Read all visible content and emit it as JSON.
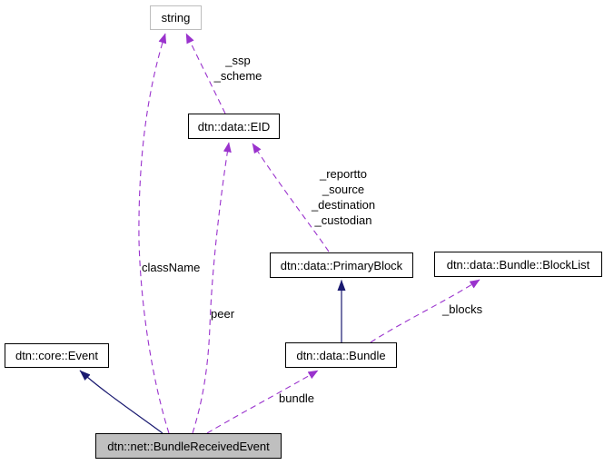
{
  "diagram": {
    "type": "uml-collaboration-graph",
    "nodes": [
      {
        "id": "string",
        "label": "string",
        "kind": "external"
      },
      {
        "id": "eid",
        "label": "dtn::data::EID",
        "kind": "class"
      },
      {
        "id": "primary-block",
        "label": "dtn::data::PrimaryBlock",
        "kind": "class"
      },
      {
        "id": "block-list",
        "label": "dtn::data::Bundle::BlockList",
        "kind": "class"
      },
      {
        "id": "core-event",
        "label": "dtn::core::Event",
        "kind": "class"
      },
      {
        "id": "bundle",
        "label": "dtn::data::Bundle",
        "kind": "class"
      },
      {
        "id": "bundle-received-event",
        "label": "dtn::net::BundleReceivedEvent",
        "kind": "current"
      }
    ],
    "edges": [
      {
        "from": "dtn::net::BundleReceivedEvent",
        "to": "dtn::core::Event",
        "type": "inheritance",
        "label": ""
      },
      {
        "from": "dtn::data::Bundle",
        "to": "dtn::data::PrimaryBlock",
        "type": "inheritance",
        "label": ""
      },
      {
        "from": "dtn::net::BundleReceivedEvent",
        "to": "string",
        "type": "usage",
        "label": "className"
      },
      {
        "from": "dtn::net::BundleReceivedEvent",
        "to": "dtn::data::EID",
        "type": "usage",
        "label": "peer"
      },
      {
        "from": "dtn::net::BundleReceivedEvent",
        "to": "dtn::data::Bundle",
        "type": "usage",
        "label": "bundle"
      },
      {
        "from": "dtn::data::Bundle",
        "to": "dtn::data::Bundle::BlockList",
        "type": "usage",
        "label": "_blocks"
      },
      {
        "from": "dtn::data::PrimaryBlock",
        "to": "dtn::data::EID",
        "type": "usage",
        "label": "_reportto\n_source\n_destination\n_custodian"
      },
      {
        "from": "dtn::data::EID",
        "to": "string",
        "type": "usage",
        "label": "_ssp\n_scheme"
      }
    ],
    "colors": {
      "usage_edge": "#9a32cd",
      "inheritance_edge": "#191970",
      "node_border": "#000000",
      "external_node_border": "#bdbdbd",
      "current_node_fill": "#bfbfbf",
      "node_fill": "#ffffff",
      "page_bg": "#ffffff"
    }
  }
}
